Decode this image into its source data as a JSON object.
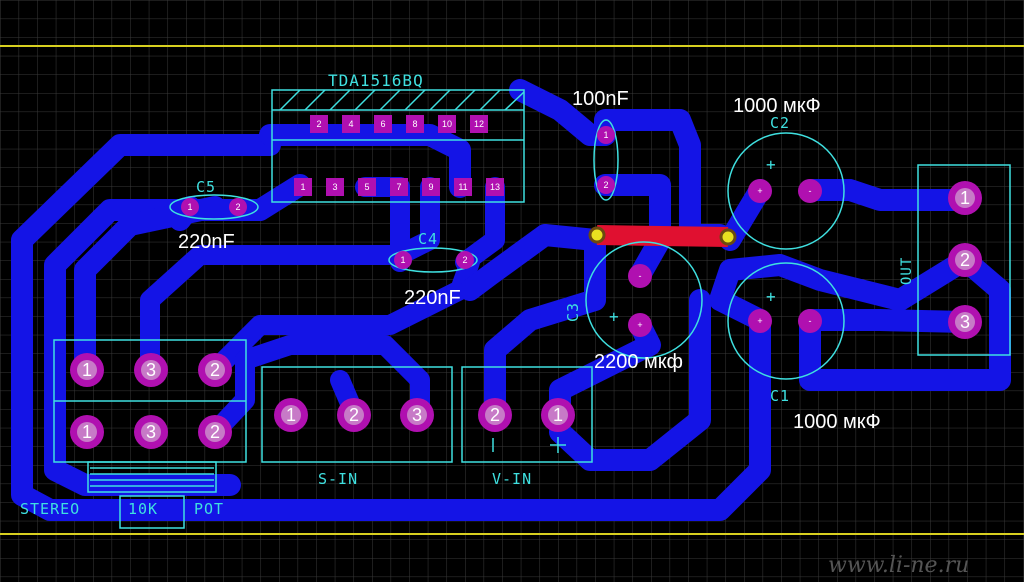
{
  "ic": {
    "name": "TDA1516BQ",
    "top_pins": [
      "2",
      "4",
      "6",
      "8",
      "10",
      "12"
    ],
    "bottom_pins": [
      "1",
      "3",
      "5",
      "7",
      "9",
      "11",
      "13"
    ]
  },
  "capacitors": {
    "c1": {
      "ref": "C1",
      "value": "1000 мкФ",
      "plus": "+",
      "minus": "-"
    },
    "c2": {
      "ref": "C2",
      "value": "1000 мкФ",
      "plus": "+",
      "minus": "-"
    },
    "c3": {
      "ref": "C3",
      "value": "2200 мкф",
      "plus": "+",
      "minus": "-"
    },
    "c4": {
      "ref": "C4",
      "value": "220nF",
      "pin1": "1",
      "pin2": "2"
    },
    "c5": {
      "ref": "C5",
      "value": "220nF",
      "pin1": "1",
      "pin2": "2"
    },
    "c100": {
      "value": "100nF",
      "pin1": "1",
      "pin2": "2"
    }
  },
  "connectors": {
    "out": {
      "label": "OUT",
      "pins": [
        "1",
        "2",
        "3"
      ]
    },
    "s_in": {
      "label": "S-IN",
      "pins": [
        "1",
        "2",
        "3"
      ]
    },
    "v_in": {
      "label": "V-IN",
      "pins": [
        "2",
        "1"
      ],
      "minus": "-",
      "plus": "+"
    },
    "pot": {
      "label_left": "STEREO",
      "label_mid": "10K",
      "label_right": "POT",
      "row1": [
        "1",
        "3",
        "2"
      ],
      "row2": [
        "1",
        "3",
        "2"
      ]
    }
  },
  "watermark": "www.li-ne.ru",
  "colors": {
    "board": "#000000",
    "grid": "#3a3a3a",
    "trace": "#1414e6",
    "jumper": "#e01030",
    "pad": "#b010b0",
    "silk": "#3fe0e0",
    "border": "#d8d020"
  }
}
